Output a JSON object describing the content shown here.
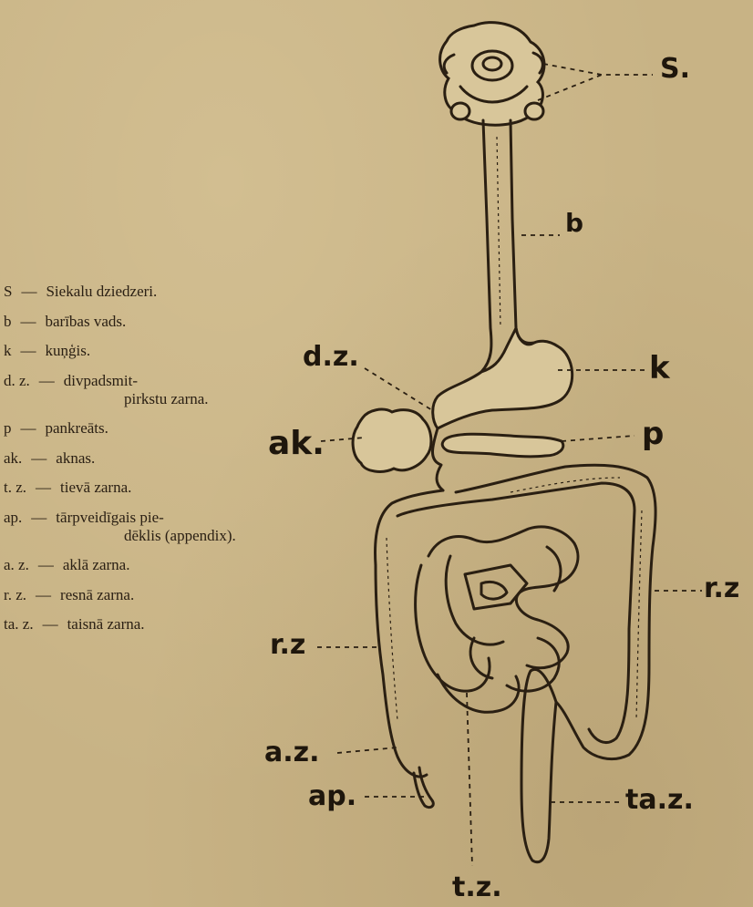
{
  "legend": [
    {
      "abbr": "S",
      "text": "Siekalu dziedzeri."
    },
    {
      "abbr": "b",
      "text": "barības vads."
    },
    {
      "abbr": "k",
      "text": "kuņģis."
    },
    {
      "abbr": "d. z.",
      "text": "divpadsmit-",
      "cont": "pirkstu zarna."
    },
    {
      "abbr": "p",
      "text": "pankreāts."
    },
    {
      "abbr": "ak.",
      "text": "aknas."
    },
    {
      "abbr": "t. z.",
      "text": "tievā zarna."
    },
    {
      "abbr": "ap.",
      "text": "tārpveidīgais pie-",
      "cont": "dēklis (appendix)."
    },
    {
      "abbr": "a. z.",
      "text": "aklā zarna."
    },
    {
      "abbr": "r. z.",
      "text": "resnā zarna."
    },
    {
      "abbr": "ta. z.",
      "text": "taisnā zarna."
    }
  ],
  "dash": "—",
  "labels": {
    "s": "S.",
    "b": "b",
    "dz": "d.z.",
    "k": "k",
    "ak": "ak.",
    "p": "p",
    "rz_right": "r.z",
    "rz_left": "r.z",
    "az": "a.z.",
    "ap": "ap.",
    "taz": "ta.z.",
    "tz": "t.z."
  }
}
